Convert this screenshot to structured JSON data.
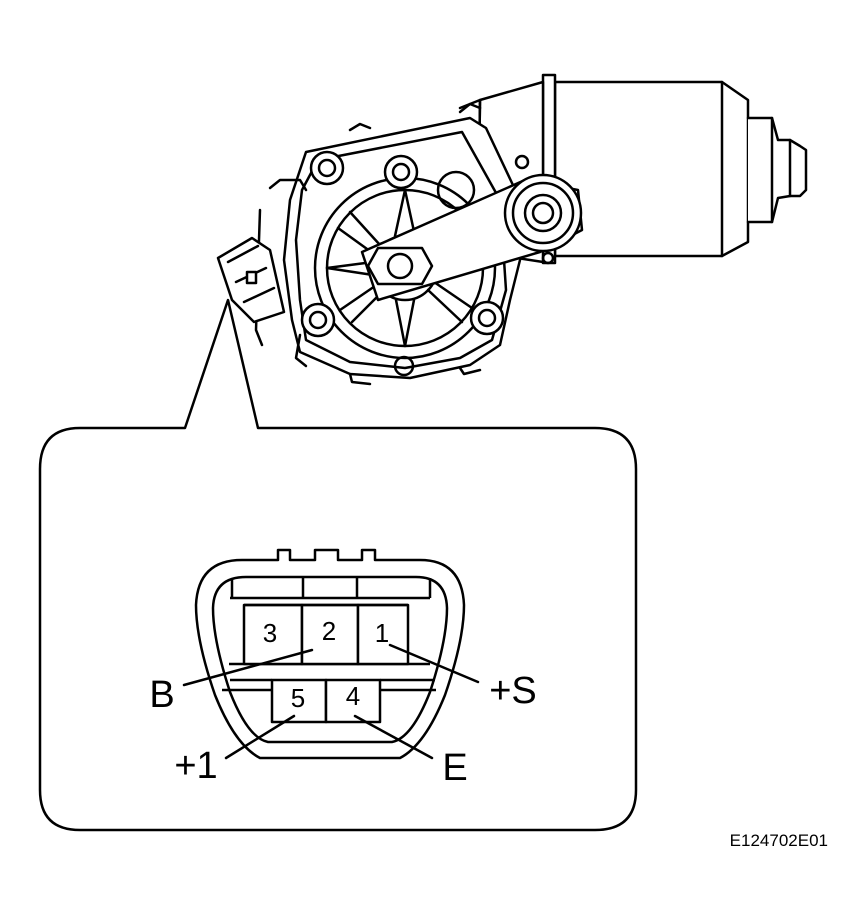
{
  "connector": {
    "pins": [
      {
        "number": "3",
        "terminal": ""
      },
      {
        "number": "2",
        "terminal": "B"
      },
      {
        "number": "1",
        "terminal": "+S"
      },
      {
        "number": "5",
        "terminal": "+1"
      },
      {
        "number": "4",
        "terminal": "E"
      }
    ]
  },
  "labels": {
    "B": "B",
    "plus_s": "+S",
    "plus_1": "+1",
    "E": "E"
  },
  "figure_code": "E124702E01"
}
